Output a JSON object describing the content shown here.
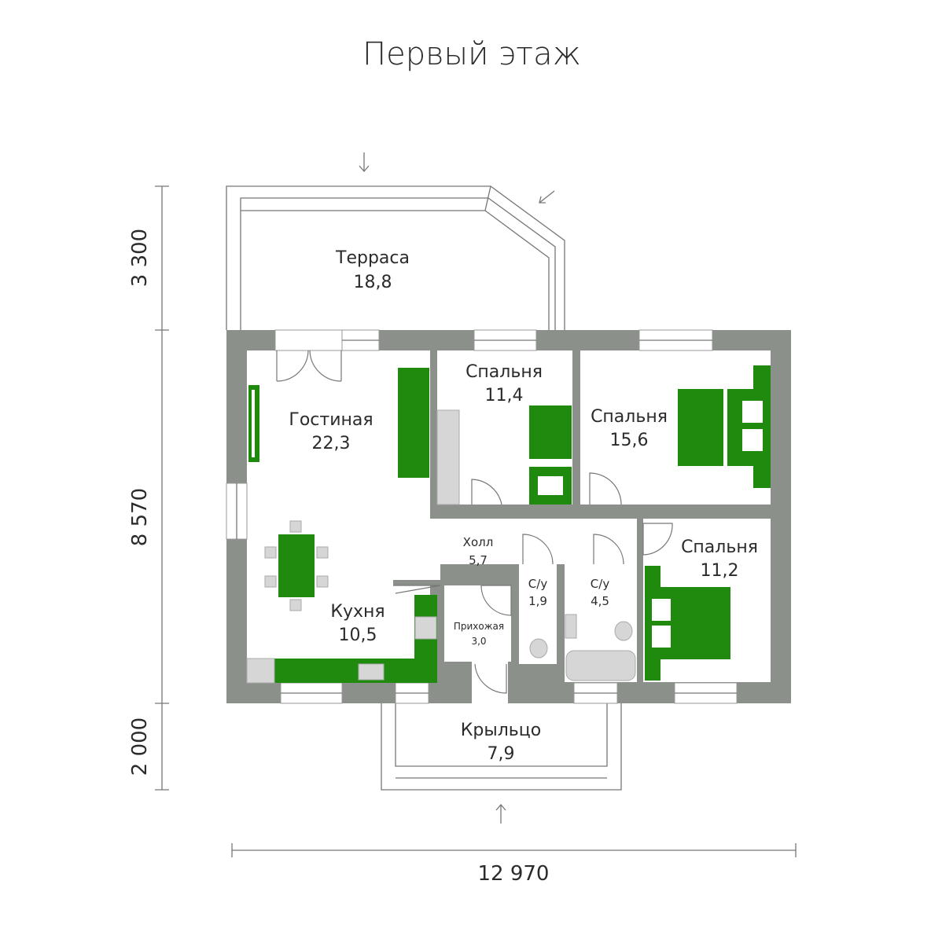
{
  "title": "Первый этаж",
  "colors": {
    "furniture": "#1f8a0d",
    "walls": "#8b908b"
  },
  "rooms": {
    "terrace": {
      "name": "Терраса",
      "area": "18,8"
    },
    "living": {
      "name": "Гостиная",
      "area": "22,3"
    },
    "bed1": {
      "name": "Спальня",
      "area": "11,4"
    },
    "bed2": {
      "name": "Спальня",
      "area": "15,6"
    },
    "bed3": {
      "name": "Спальня",
      "area": "11,2"
    },
    "hall": {
      "name": "Холл",
      "area": "5,7"
    },
    "kitchen": {
      "name": "Кухня",
      "area": "10,5"
    },
    "entry": {
      "name": "Прихожая",
      "area": "3,0"
    },
    "wc1": {
      "name": "С/у",
      "area": "1,9"
    },
    "wc2": {
      "name": "С/у",
      "area": "4,5"
    },
    "porch": {
      "name": "Крыльцо",
      "area": "7,9"
    }
  },
  "dimensions": {
    "terrace_depth": "3 300",
    "house_depth": "8 570",
    "porch_depth": "2 000",
    "total_width": "12 970"
  }
}
